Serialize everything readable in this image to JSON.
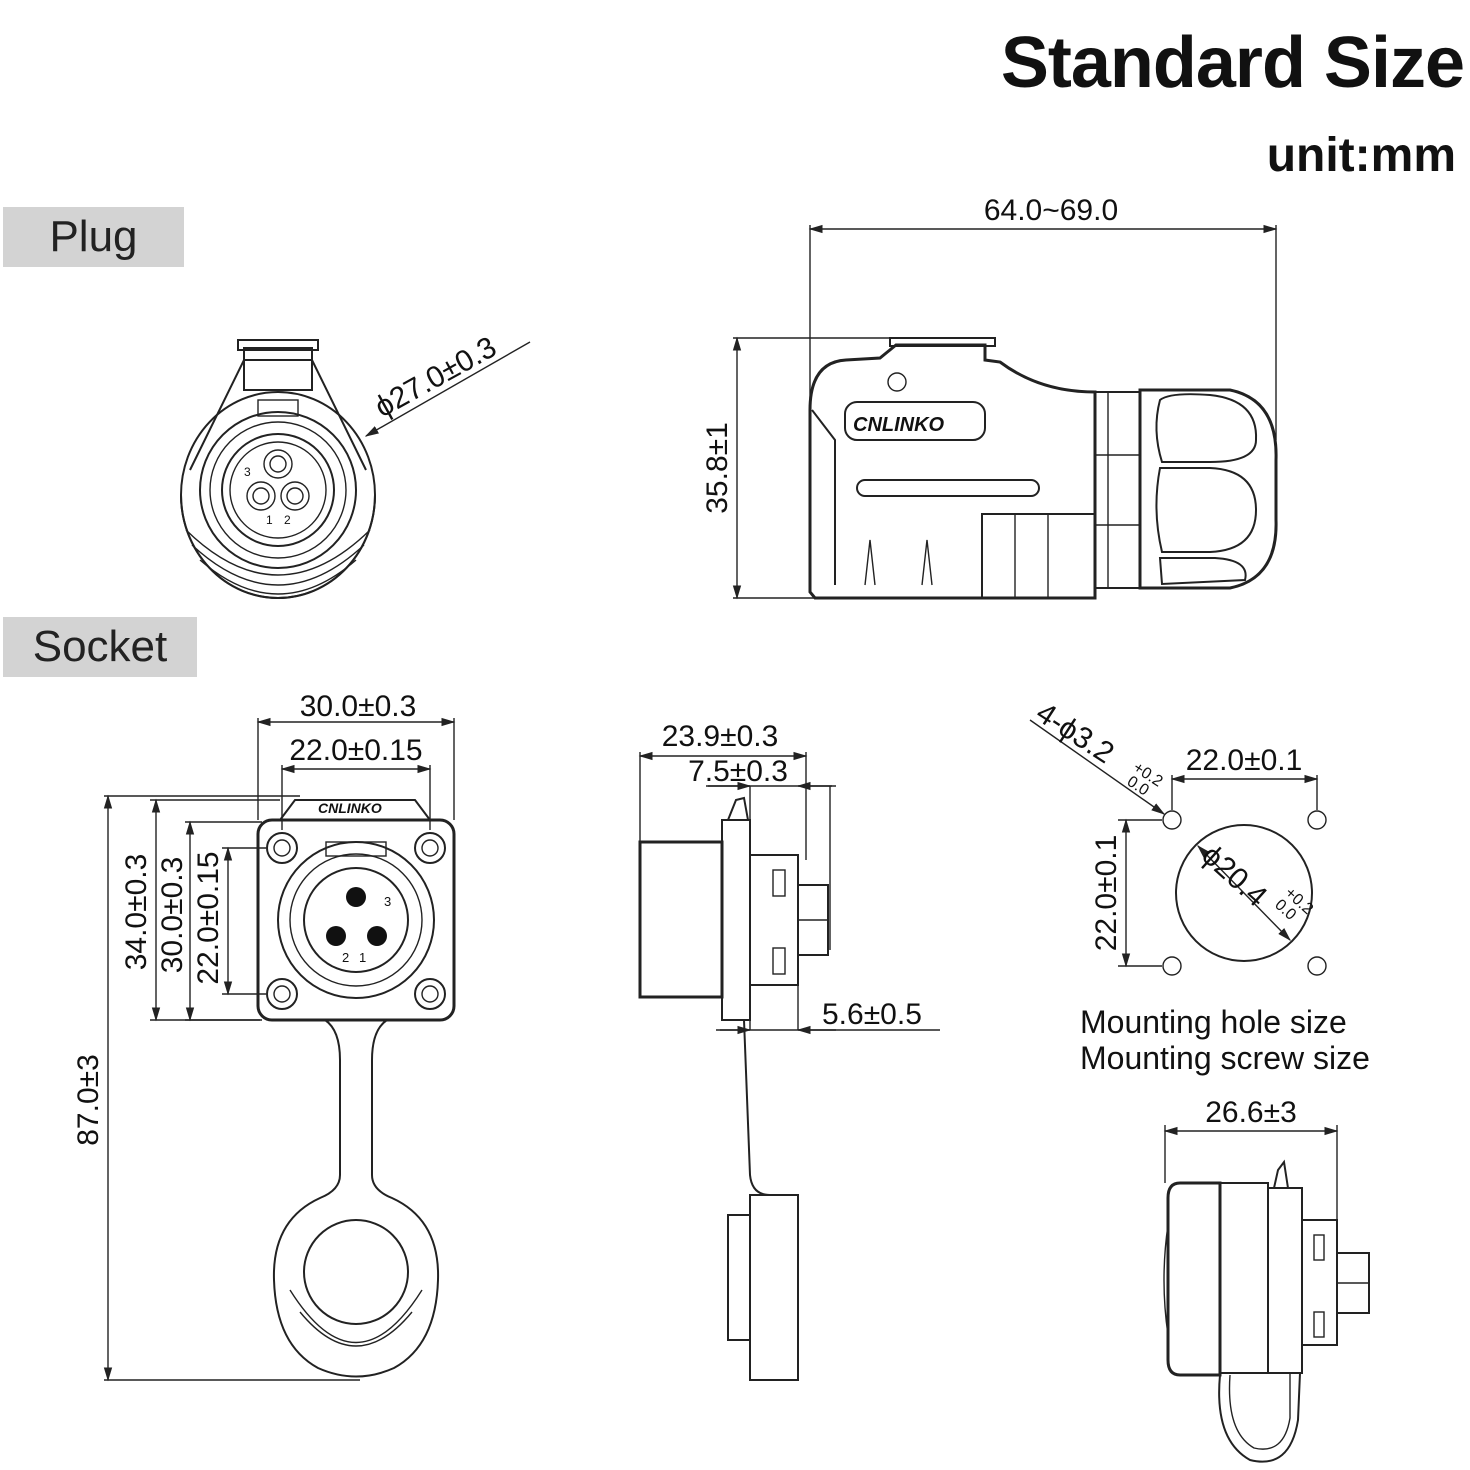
{
  "header": {
    "title": "Standard Size",
    "unit": "unit:mm"
  },
  "sections": {
    "plug": "Plug",
    "socket": "Socket"
  },
  "plug": {
    "diameter": "ϕ27.0±0.3",
    "length": "64.0~69.0",
    "height": "35.8±1",
    "brand": "CNLINKO",
    "pins": [
      "1",
      "2",
      "3"
    ]
  },
  "socket": {
    "front": {
      "flange_width": "30.0±0.3",
      "hole_spacing_x": "22.0±0.15",
      "total_length": "87.0±3",
      "flange_height": "34.0±0.3",
      "body_height": "30.0±0.3",
      "hole_spacing_y": "22.0±0.15",
      "brand": "CNLINKO",
      "pins": [
        "1",
        "2",
        "3"
      ]
    },
    "side": {
      "depth": "23.9±0.3",
      "rear_depth": "7.5±0.3",
      "panel": "5.6±0.5"
    },
    "mounting": {
      "holes": "4-ϕ3.2",
      "holes_tol_upper": "+0.2",
      "holes_tol_lower": "0.0",
      "spacing_x": "22.0±0.1",
      "spacing_y": "22.0±0.1",
      "cutout": "ϕ20.4",
      "cutout_tol_upper": "+0.2",
      "cutout_tol_lower": "0.0",
      "caption_line1": "Mounting hole size",
      "caption_line2": "Mounting screw size"
    },
    "bottom": {
      "width": "26.6±3"
    }
  }
}
